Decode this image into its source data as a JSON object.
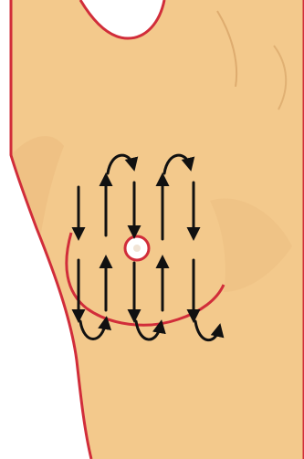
{
  "figure": {
    "colors": {
      "page": "#ffffff",
      "skin": "#f3c98c",
      "skin_shadow": "#e2b474",
      "outline": "#d12d3a",
      "arrow": "#111111",
      "nipple_center": "#ffffff",
      "nipple_ring": "#d12d3a"
    },
    "pattern": {
      "description_icon": "vertical-strip-arrows",
      "columns": 5,
      "directions": [
        "down",
        "up",
        "down",
        "up",
        "down"
      ]
    }
  }
}
